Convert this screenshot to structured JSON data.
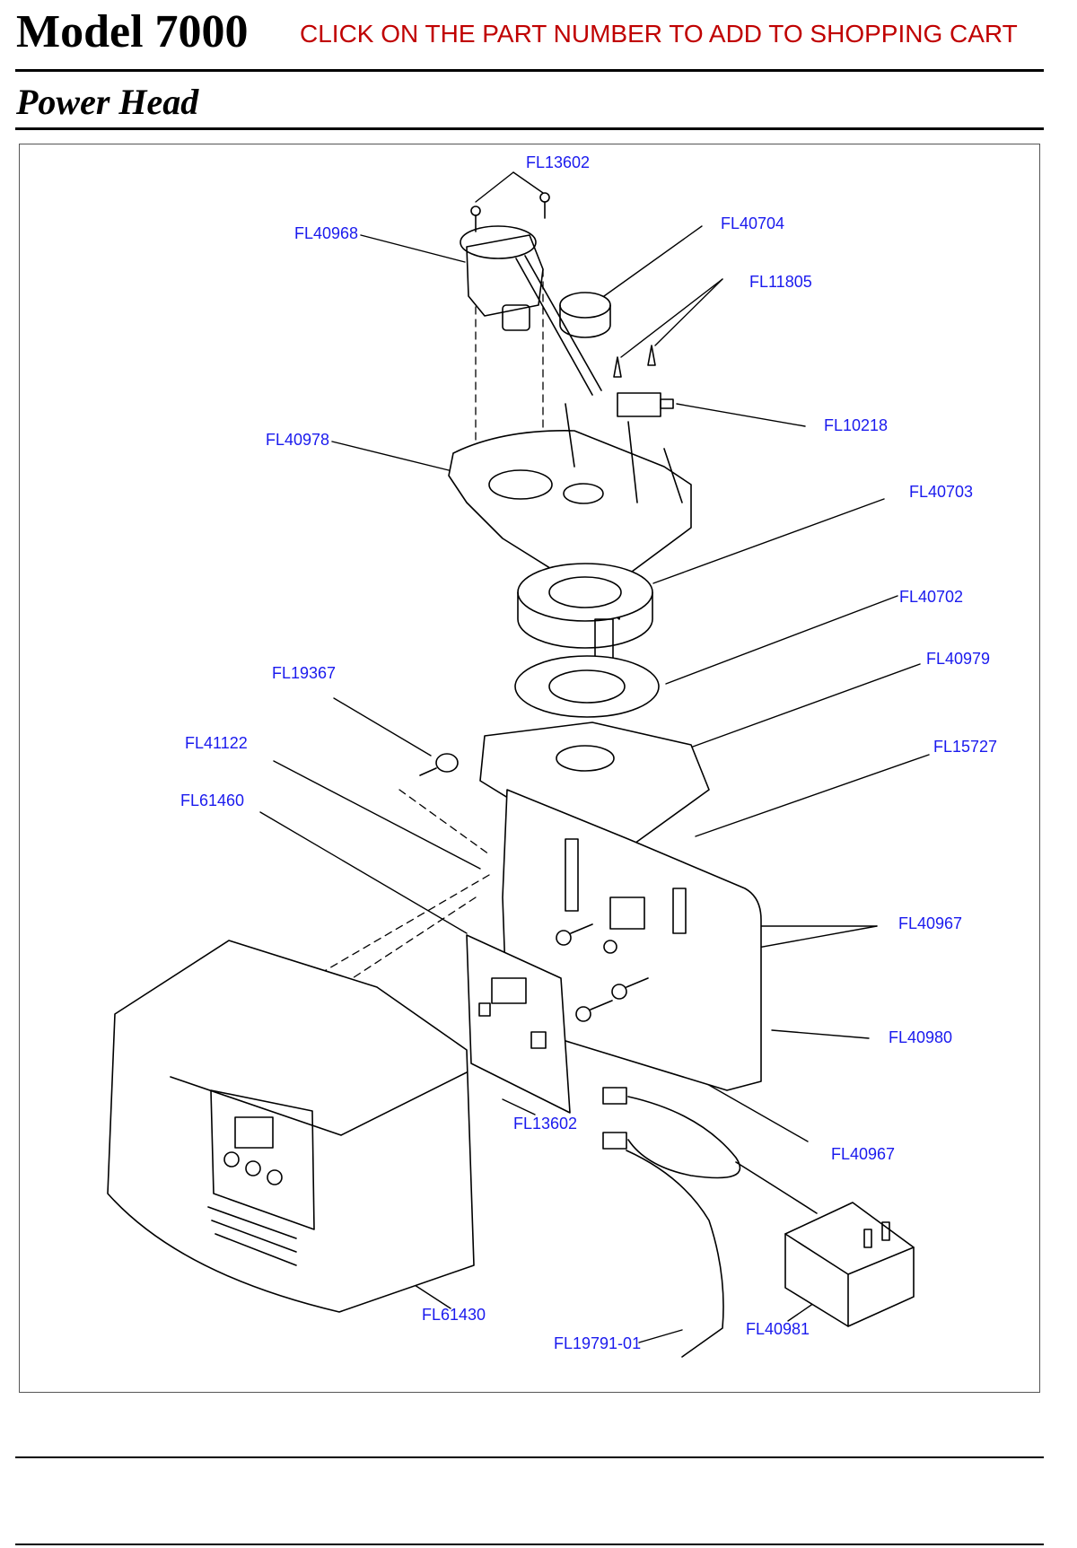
{
  "header": {
    "model_title": "Model 7000",
    "cart_instruction": "CLICK ON THE PART NUMBER TO ADD TO SHOPPING CART",
    "section_title": "Power Head"
  },
  "colors": {
    "instruction_red": "#c00000",
    "part_link_blue": "#1a1aee",
    "line_black": "#000000"
  },
  "parts": [
    {
      "id": "p1",
      "number": "FL13602"
    },
    {
      "id": "p2",
      "number": "FL40968"
    },
    {
      "id": "p3",
      "number": "FL40704"
    },
    {
      "id": "p4",
      "number": "FL11805"
    },
    {
      "id": "p5",
      "number": "FL10218"
    },
    {
      "id": "p6",
      "number": "FL40978"
    },
    {
      "id": "p7",
      "number": "FL40703"
    },
    {
      "id": "p8",
      "number": "FL40702"
    },
    {
      "id": "p9",
      "number": "FL40979"
    },
    {
      "id": "p10",
      "number": "FL19367"
    },
    {
      "id": "p11",
      "number": "FL41122"
    },
    {
      "id": "p12",
      "number": "FL15727"
    },
    {
      "id": "p13",
      "number": "FL61460"
    },
    {
      "id": "p14",
      "number": "FL40967"
    },
    {
      "id": "p15",
      "number": "FL40980"
    },
    {
      "id": "p16",
      "number": "FL13602"
    },
    {
      "id": "p17",
      "number": "FL40967"
    },
    {
      "id": "p18",
      "number": "FL61430"
    },
    {
      "id": "p19",
      "number": "FL40981"
    },
    {
      "id": "p20",
      "number": "FL19791-01"
    }
  ]
}
